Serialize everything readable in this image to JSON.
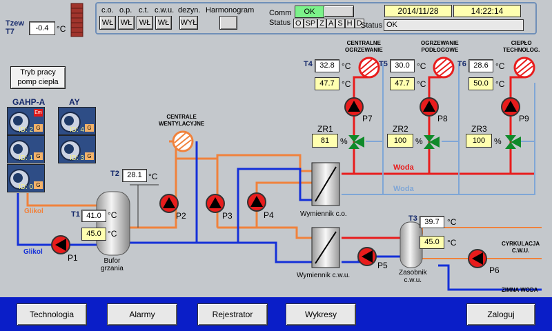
{
  "header": {
    "tzew_label": "Tzew\nT7",
    "tzew_value": "-0.4",
    "tzew_unit": "°C",
    "modes": [
      {
        "label": "c.o.",
        "state": "WŁ"
      },
      {
        "label": "o.p.",
        "state": "WŁ"
      },
      {
        "label": "c.t.",
        "state": "WŁ"
      },
      {
        "label": "c.w.u.",
        "state": "WŁ"
      },
      {
        "label": "dezyn.",
        "state": "WYŁ"
      }
    ],
    "harmonogram_label": "Harmonogram",
    "comm_label": "Comm",
    "comm_value": "OK",
    "status_label": "Status",
    "status_letters": [
      "O",
      "SP",
      "Z",
      "A",
      "S",
      "H",
      "D"
    ],
    "date": "2014/11/28",
    "time": "14:22:14",
    "status2_label": "Status",
    "status2_value": "OK"
  },
  "tryb_button": "Tryb pracy\npomp ciepła",
  "heatpumps": {
    "group1_title": "GAHP-A",
    "group2_title": "AY",
    "units": [
      {
        "id": "ID: 2",
        "em": "Em",
        "g": "G"
      },
      {
        "id": "ID: 1",
        "g": "G"
      },
      {
        "id": "ID: 0",
        "g": "G"
      },
      {
        "id": "ID: 4",
        "g": "G"
      },
      {
        "id": "ID: 3",
        "g": "G"
      }
    ]
  },
  "labels": {
    "glikol1": "Glikol",
    "glikol2": "Glikol",
    "centrale_went": "CENTRALE\nWENTYLACYJNE",
    "centralne_ogrz": "CENTRALNE\nOGRZEWANIE",
    "ogrz_podl": "OGRZEWANIE\nPODŁOGOWE",
    "cieplo_tech": "CIEPŁO\nTECHNOLOG.",
    "woda1": "Woda",
    "woda2": "Woda",
    "wymiennik_co": "Wymiennik c.o.",
    "wymiennik_cwu": "Wymiennik c.w.u.",
    "bufor": "Bufor\ngrzania",
    "zasobnik": "Zasobnik\nc.w.u.",
    "cyrkulacja": "CYRKULACJA\nC.W.U.",
    "zimna_woda": "ZIMNA WODA"
  },
  "sensors": {
    "T1": {
      "label": "T1",
      "top": "41.0",
      "bottom": "45.0",
      "unit": "°C"
    },
    "T2": {
      "label": "T2",
      "value": "28.1",
      "unit": "°C"
    },
    "T3": {
      "label": "T3",
      "top": "39.7",
      "bottom": "45.0",
      "unit": "°C"
    },
    "T4": {
      "label": "T4",
      "top": "32.8",
      "bottom": "47.7",
      "unit": "°C"
    },
    "T5": {
      "label": "T5",
      "top": "30.0",
      "bottom": "47.7",
      "unit": "°C"
    },
    "T6": {
      "label": "T6",
      "top": "28.6",
      "bottom": "50.0",
      "unit": "°C"
    }
  },
  "valves": {
    "ZR1": {
      "label": "ZR1",
      "value": "81",
      "unit": "%"
    },
    "ZR2": {
      "label": "ZR2",
      "value": "100",
      "unit": "%"
    },
    "ZR3": {
      "label": "ZR3",
      "value": "100",
      "unit": "%"
    }
  },
  "pumps": [
    "P1",
    "P2",
    "P3",
    "P4",
    "P5",
    "P6",
    "P7",
    "P8",
    "P9"
  ],
  "nav": {
    "technologia": "Technologia",
    "alarmy": "Alarmy",
    "rejestrator": "Rejestrator",
    "wykresy": "Wykresy",
    "zaloguj": "Zaloguj"
  },
  "colors": {
    "hot": "#e81c1c",
    "warm": "#f0823c",
    "cold": "#1430d8",
    "light": "#7fa6d6",
    "nav_bg": "#0a1ec8"
  }
}
